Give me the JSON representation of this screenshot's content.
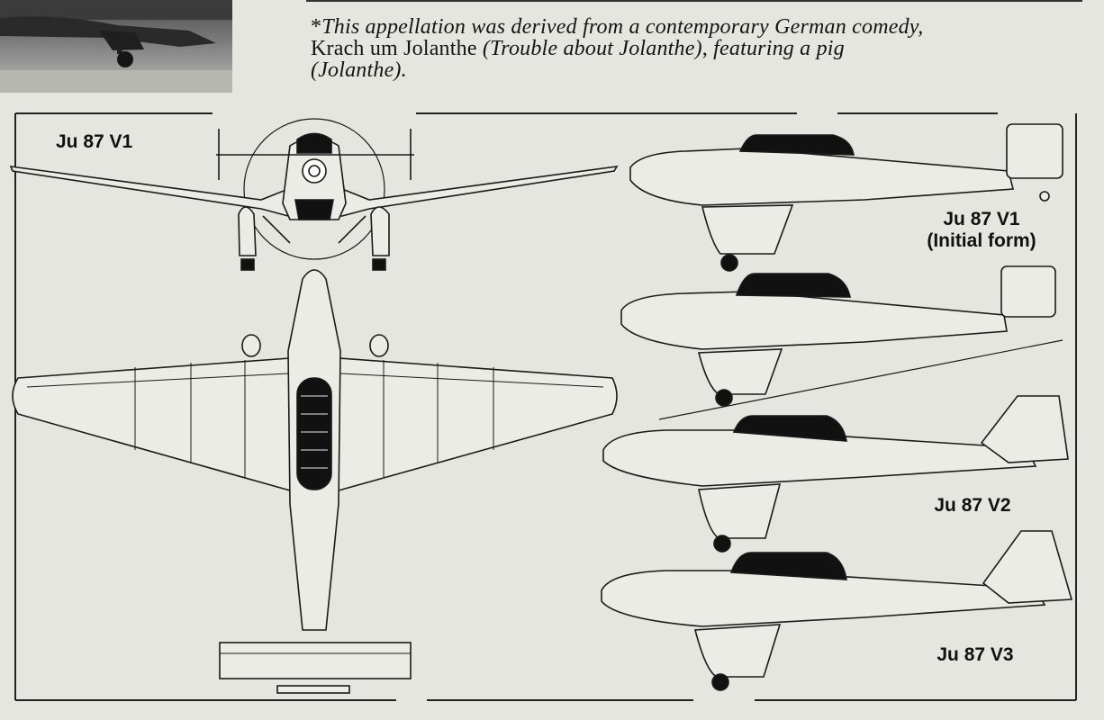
{
  "footnote": {
    "asterisk": "*",
    "line1_italic": "This appellation was derived from a contemporary German comedy,",
    "title_roman": "Krach um Jolanthe",
    "title_translation_italic": "(Trouble about Jolanthe), featuring a pig",
    "line3_italic": "(Jolanthe)."
  },
  "drawing_labels": {
    "v1_top": "Ju 87 V1",
    "v1_initial_line1": "Ju 87 V1",
    "v1_initial_line2": "(Initial form)",
    "v2": "Ju 87 V2",
    "v3": "Ju 87 V3"
  },
  "colors": {
    "paper": "#e6e6e0",
    "ink": "#141414",
    "canopy_fill": "#111111"
  }
}
